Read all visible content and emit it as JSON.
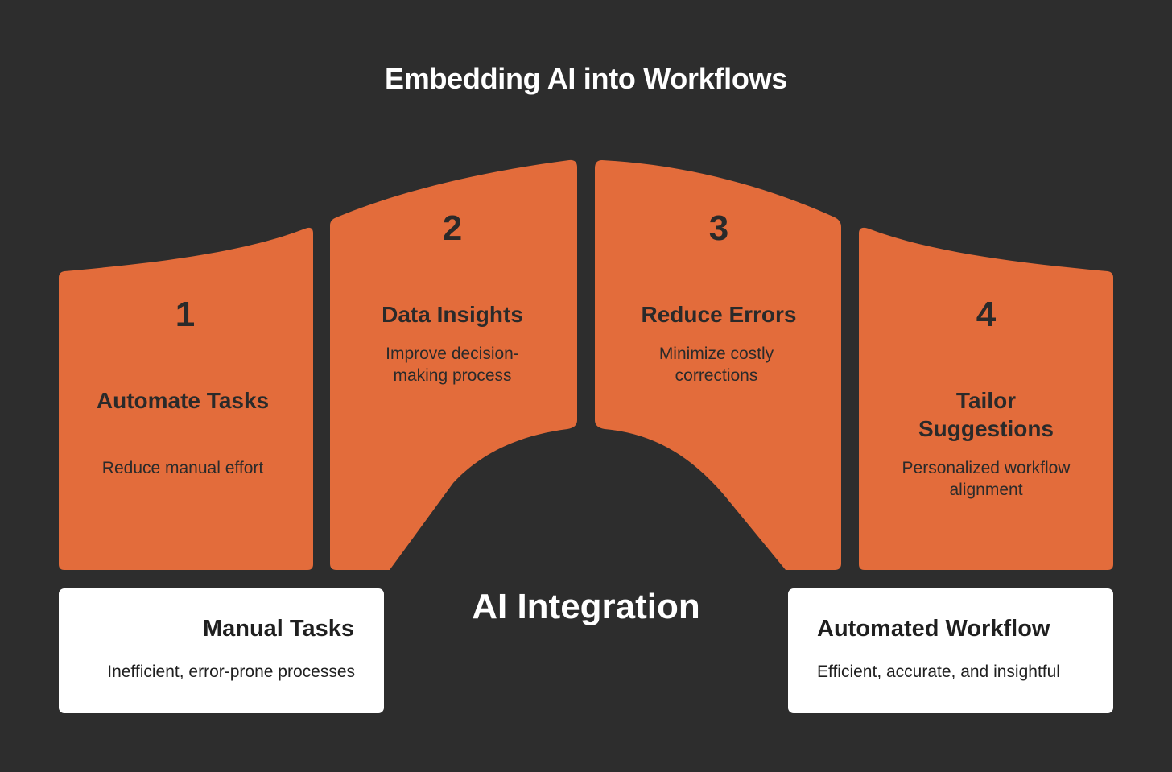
{
  "colors": {
    "background": "#2d2d2d",
    "segment": "#e36c3b",
    "segment_text": "#2a2a2a",
    "card_bg": "#ffffff",
    "card_text": "#1f1f1f",
    "title_text": "#ffffff"
  },
  "title": "Embedding AI into Workflows",
  "center_label": "AI Integration",
  "steps": [
    {
      "number": "1",
      "title": "Automate Tasks",
      "description": "Reduce manual effort"
    },
    {
      "number": "2",
      "title": "Data Insights",
      "description": "Improve decision-making process"
    },
    {
      "number": "3",
      "title": "Reduce Errors",
      "description": "Minimize costly corrections"
    },
    {
      "number": "4",
      "title": "Tailor Suggestions",
      "description": "Personalized workflow alignment"
    }
  ],
  "start_card": {
    "title": "Manual Tasks",
    "description": "Inefficient, error-prone processes"
  },
  "end_card": {
    "title": "Automated Workflow",
    "description": "Efficient, accurate, and insightful"
  }
}
